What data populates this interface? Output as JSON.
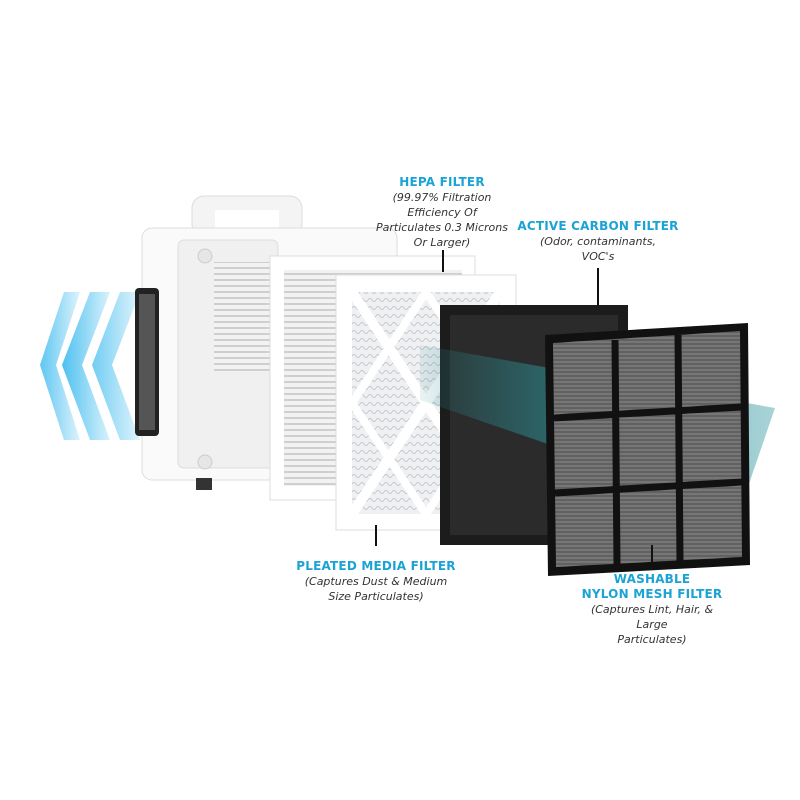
{
  "colors": {
    "accent": "#1aa3d4",
    "airflow_in": "#5cc8f2",
    "airflow_out": "#2e8a8f"
  },
  "labels": {
    "hepa": {
      "title": "HEPA FILTER",
      "lines": [
        "(99.97% Filtration",
        "Efficiency Of",
        "Particulates 0.3 Microns",
        "Or Larger)"
      ]
    },
    "carbon": {
      "title": "ACTIVE CARBON FILTER",
      "lines": [
        "(Odor, contaminants,",
        "VOC's"
      ]
    },
    "pleated": {
      "title": "PLEATED MEDIA FILTER",
      "lines": [
        "(Captures Dust & Medium",
        "Size Particulates)"
      ]
    },
    "nylon": {
      "title_lines": [
        "WASHABLE",
        "NYLON MESH FILTER"
      ],
      "lines": [
        "(Captures Lint, Hair, & Large",
        "Particulates)"
      ]
    }
  }
}
